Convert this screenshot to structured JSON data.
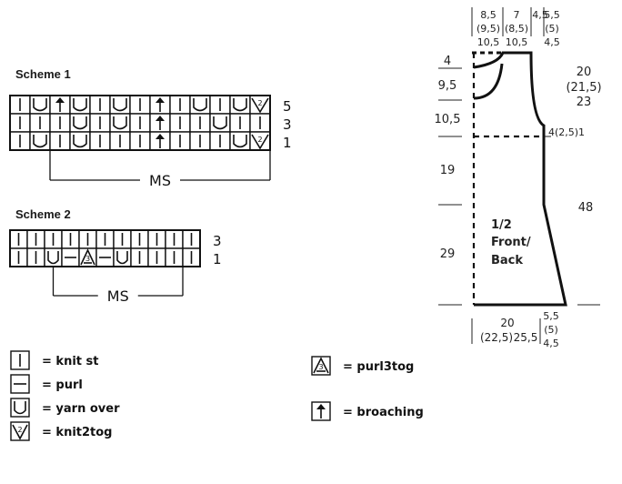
{
  "scheme1": {
    "title": "Scheme 1",
    "ms_label": "MS",
    "rows": [
      {
        "label": "5",
        "cells": [
          "knit",
          "yo",
          "broach",
          "yo",
          "knit",
          "yo",
          "knit",
          "broach",
          "knit",
          "yo",
          "knit",
          "yo",
          "k2tog"
        ]
      },
      {
        "label": "3",
        "cells": [
          "knit",
          "knit",
          "knit",
          "yo",
          "knit",
          "yo",
          "knit",
          "broach",
          "knit",
          "knit",
          "yo",
          "knit",
          "knit"
        ]
      },
      {
        "label": "1",
        "cells": [
          "knit",
          "yo",
          "knit",
          "yo",
          "knit",
          "knit",
          "knit",
          "broach",
          "knit",
          "knit",
          "knit",
          "yo",
          "k2tog"
        ]
      }
    ]
  },
  "scheme2": {
    "title": "Scheme 2",
    "ms_label": "MS",
    "rows": [
      {
        "label": "3",
        "cells": [
          "knit",
          "knit",
          "knit",
          "knit",
          "knit",
          "knit",
          "knit",
          "knit",
          "knit",
          "knit",
          "knit"
        ]
      },
      {
        "label": "1",
        "cells": [
          "knit",
          "knit",
          "yo",
          "purl",
          "p3tog",
          "purl",
          "yo",
          "knit",
          "knit",
          "knit",
          "knit"
        ]
      }
    ]
  },
  "legend": [
    {
      "symbol": "knit",
      "text": "= knit st"
    },
    {
      "symbol": "purl",
      "text": "= purl"
    },
    {
      "symbol": "yo",
      "text": "= yarn over"
    },
    {
      "symbol": "k2tog",
      "text": "= knit2tog"
    },
    {
      "symbol": "p3tog",
      "text": "= purl3tog"
    },
    {
      "symbol": "broach",
      "text": "= broaching"
    }
  ],
  "schematic": {
    "top_values": [
      "8,5",
      "(9,5)",
      "10,5",
      "7",
      "(8,5)",
      "10,5",
      "4,5",
      "5,5",
      "(5)",
      "4,5"
    ],
    "left_values": [
      "4",
      "9,5",
      "10,5",
      "19",
      "29"
    ],
    "right_values": [
      "20",
      "(21,5)",
      "23",
      "4(2,5)1",
      "48"
    ],
    "piece_label": [
      "1/2",
      "Front/",
      "Back"
    ],
    "bottom_values": [
      "20",
      "(22,5)",
      "25,5",
      "5,5",
      "(5)",
      "4,5"
    ]
  }
}
